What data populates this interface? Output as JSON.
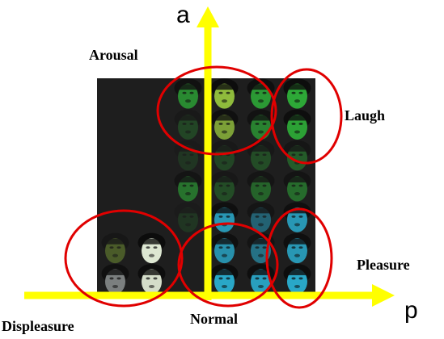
{
  "axes": {
    "vertical_label": "a",
    "horizontal_label": "p",
    "axis_color": "#ffff00"
  },
  "regions": {
    "arousal": "Arousal",
    "laugh": "Laugh",
    "pleasure": "Pleasure",
    "displeasure": "Displeasure",
    "normal": "Normal"
  },
  "colors": {
    "highlight_circle": "#e00000",
    "grid_background": "#1e1e1e",
    "face_green": "#2fb83a",
    "face_yellow_green": "#9ccc40",
    "face_pale": "#e8f2dc",
    "face_cyan": "#2bb6da",
    "face_gray": "#9aa0a0"
  },
  "face_grid": {
    "rows": 7,
    "cols": 6,
    "cells": [
      [
        "",
        "",
        "face_green",
        "face_yellow_green",
        "face_green",
        "face_green"
      ],
      [
        "",
        "",
        "face_green",
        "face_yellow_green",
        "face_green",
        "face_green"
      ],
      [
        "",
        "",
        "face_green",
        "face_green",
        "face_green",
        "face_green"
      ],
      [
        "",
        "",
        "face_green",
        "face_green",
        "face_green",
        "face_green"
      ],
      [
        "",
        "",
        "face_green",
        "face_cyan",
        "face_cyan",
        "face_cyan"
      ],
      [
        "face_yellow_green",
        "face_pale",
        "",
        "face_cyan",
        "face_cyan",
        "face_cyan"
      ],
      [
        "face_gray",
        "face_pale",
        "",
        "face_cyan",
        "face_cyan",
        "face_cyan"
      ]
    ],
    "intensity": [
      [
        0,
        0,
        0.7,
        0.9,
        0.8,
        0.9
      ],
      [
        0,
        0,
        0.25,
        0.75,
        0.65,
        0.85
      ],
      [
        0,
        0,
        0.15,
        0.25,
        0.3,
        0.4
      ],
      [
        0,
        0.15,
        0.55,
        0.3,
        0.45,
        0.5
      ],
      [
        0,
        0,
        0.15,
        0.8,
        0.45,
        0.8
      ],
      [
        0.35,
        0.95,
        0,
        0.75,
        0.55,
        0.8
      ],
      [
        0.75,
        0.9,
        0,
        0.9,
        0.85,
        0.9
      ]
    ]
  }
}
